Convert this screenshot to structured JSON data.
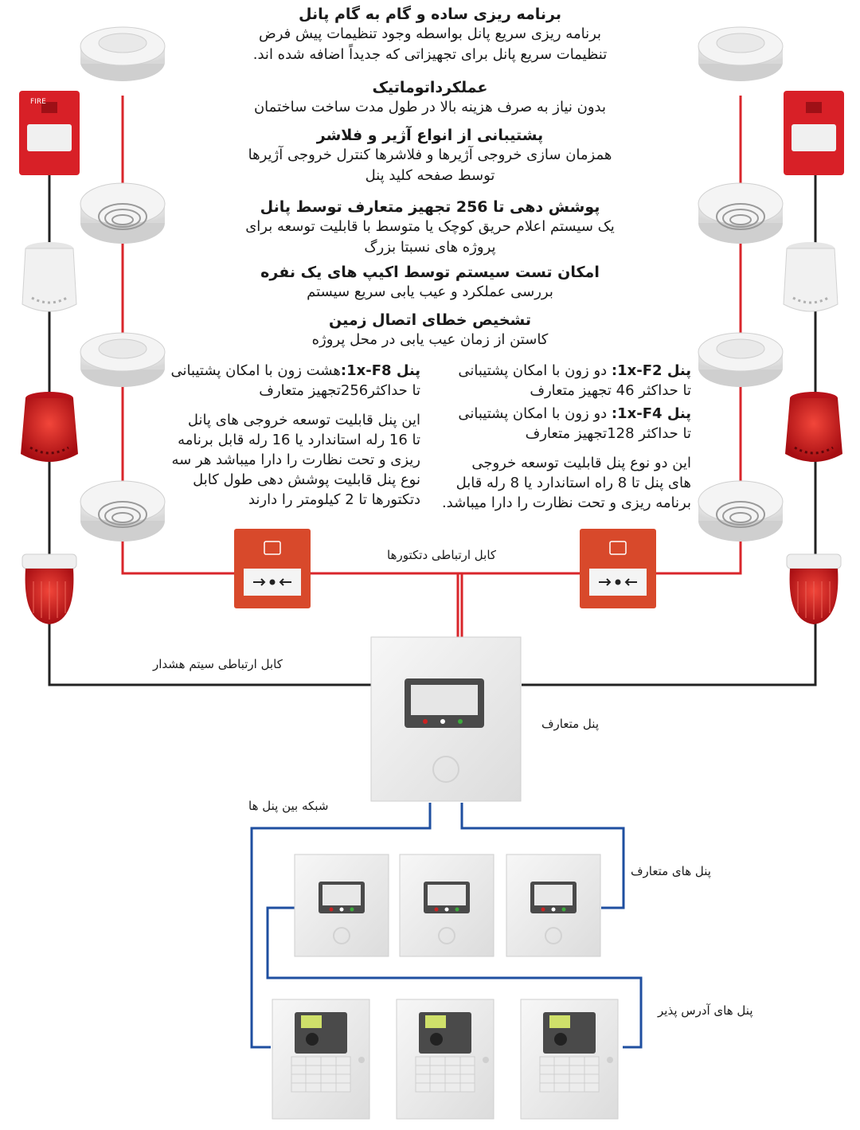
{
  "features": [
    {
      "title": "برنامه ریزی ساده و گام به گام پانل",
      "body": [
        "برنامه ریزی سریع پانل بواسطه وجود تنظیمات پیش فرض",
        "تنظیمات سریع پانل برای تجهیزاتی که جدیداً اضافه شده اند."
      ]
    },
    {
      "title": "عملکرداتوماتیک",
      "body": [
        "بدون نیاز به صرف هزینه بالا در طول مدت ساخت ساختمان"
      ]
    },
    {
      "title": "پشتیبانی از انواع آژیر و فلاشر",
      "body": [
        "همزمان سازی خروجی آژیرها و فلاشرها کنترل خروجی آژیرها",
        "توسط صفحه کلید پنل"
      ]
    },
    {
      "title": "پوشش دهی تا 256 تجهیز متعارف توسط پانل",
      "body": [
        "یک سیستم اعلام حریق کوچک یا متوسط با قابلیت توسعه برای",
        "پروژه های نسبتا بزرگ"
      ]
    },
    {
      "title": "امکان تست سیستم توسط اکیپ های یک نفره",
      "body": [
        "بررسی عملکرد و عیب یابی سریع سیستم"
      ]
    },
    {
      "title": "تشخیص خطای اتصال زمین",
      "body": [
        "کاستن از زمان عیب یابی در محل پروژه"
      ]
    }
  ],
  "right_column": {
    "f2_label": "پنل 1x-F2:",
    "f2_text": " دو زون با امکان پشتیبانی",
    "f2_text2": "تا حداکثر 46 تجهیز متعارف",
    "f4_label": "پنل 1x-F4:",
    "f4_text": " دو زون با امکان پشتیبانی",
    "f4_text2": "تا حداکثر 128تجهیز متعارف",
    "para": [
      "این دو نوع پنل قابلیت توسعه خروجی",
      "های پنل تا 8 راه استاندارد یا 8 رله قابل",
      "برنامه ریزی و تحت نظارت را دارا میباشد."
    ]
  },
  "left_column": {
    "f8_label": "پنل 1x-F8:",
    "f8_text": "هشت زون با امکان پشتیبانی",
    "f8_text2": "تا حداکثر256تجهیز متعارف",
    "para": [
      "این پنل قابلیت توسعه خروجی های پانل",
      "تا 16 رله استاندارد یا 16 رله قابل برنامه",
      "ریزی و تحت نظارت را دارا میباشد هر سه",
      "نوع پنل قابلیت پوشش دهی طول کابل",
      "دتکتورها تا 2 کیلومتر را دارند"
    ]
  },
  "labels": {
    "detector_cable": "کابل ارتباطی دتکتورها",
    "alarm_cable": "کابل ارتباطی سیتم هشدار",
    "conventional_panel": "پنل متعارف",
    "panel_network": "شبکه بین پنل ها",
    "conventional_panels": "پنل های متعارف",
    "addressable_panels": "پنل های آدرس پذیر"
  },
  "callpoint_text": "FIRE",
  "colors": {
    "detector_wire": "#d9262b",
    "alarm_wire": "#222222",
    "network_wire": "#1f4fa0",
    "sounder_red": "#c9151b",
    "callpoint_red": "#d8492b"
  }
}
